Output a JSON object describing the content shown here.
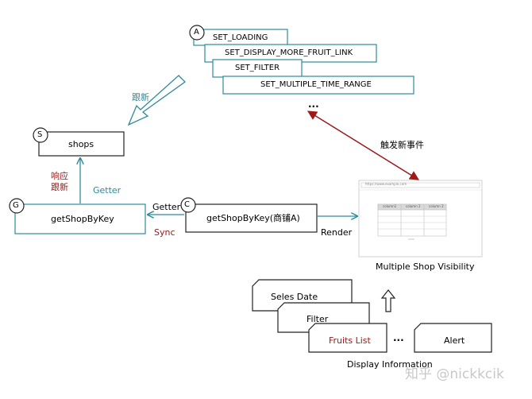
{
  "actions": {
    "badge": "A",
    "items": [
      "SET_LOADING",
      "SET_DISPLAY_MORE_FRUIT_LINK",
      "SET_FILTER",
      "SET_MULTIPLE_TIME_RANGE"
    ],
    "ellipsis": "..."
  },
  "state": {
    "badge": "S",
    "label": "shops"
  },
  "getter": {
    "badge": "G",
    "label": "getShopByKey"
  },
  "component": {
    "badge": "C",
    "label": "getShopByKey(商铺A)"
  },
  "edges": {
    "update": "跟新",
    "respond_line1": "响应",
    "respond_line2": "跟新",
    "getter_up": "Getter",
    "getter_left": "Getter",
    "sync": "Sync",
    "render": "Render",
    "trigger": "触发新事件"
  },
  "view": {
    "url": "https://www.example.com",
    "table_headers": [
      "column1",
      "column 2",
      "column 3"
    ],
    "caption": "Multiple Shop Visibility"
  },
  "display": {
    "cards": [
      "Seles Date",
      "Filter",
      "Fruits List",
      "Alert"
    ],
    "ellipsis": "...",
    "caption": "Display Information"
  },
  "watermark": "知乎 @nickkcik",
  "colors": {
    "teal": "#2e8b9a",
    "red": "#a01818",
    "dark": "#222222"
  }
}
